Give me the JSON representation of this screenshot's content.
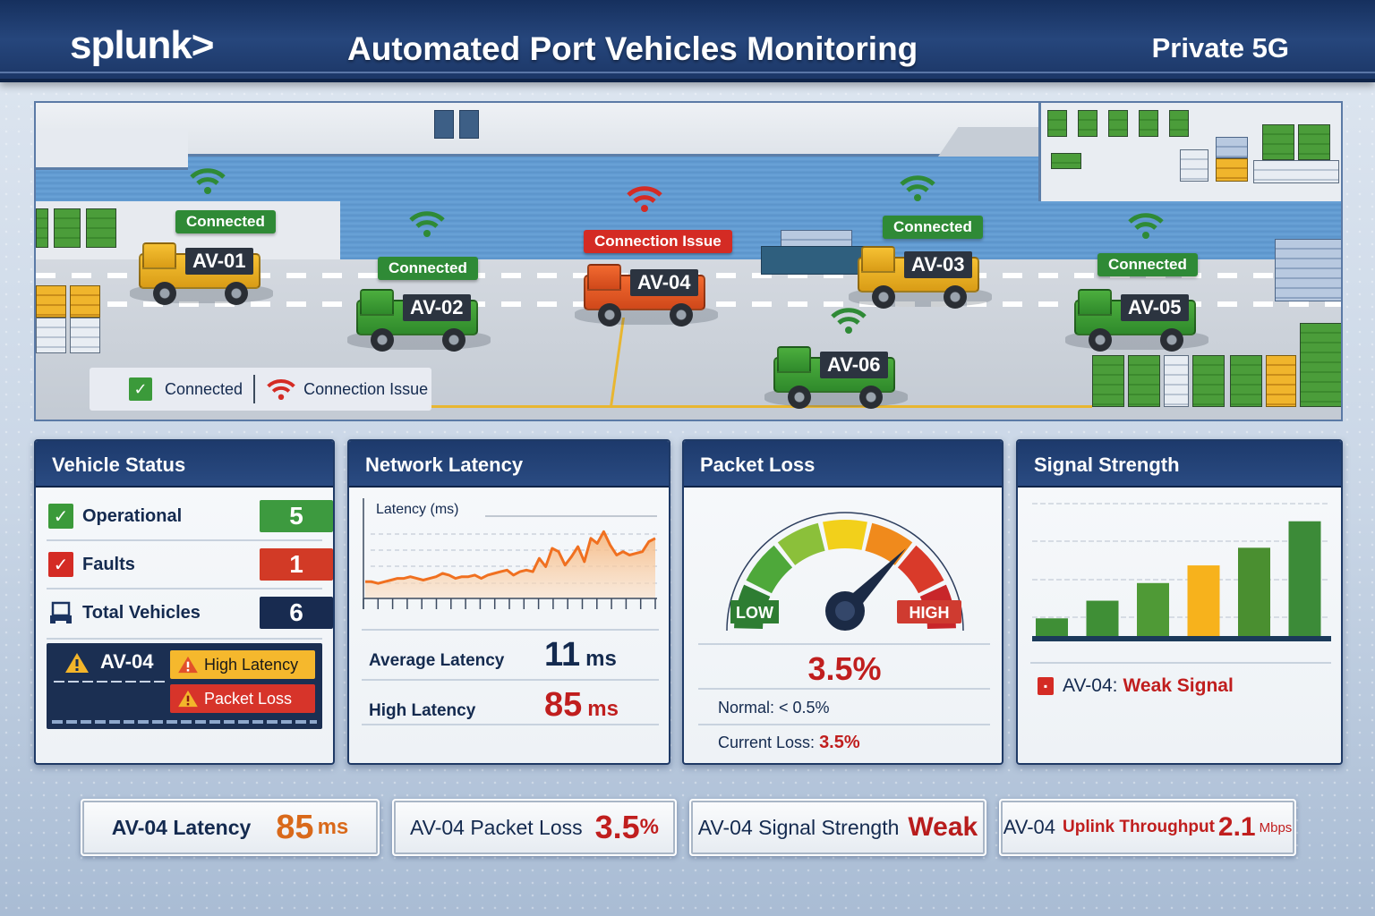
{
  "header": {
    "logo": "splunk>",
    "title": "Automated Port Vehicles Monitoring",
    "network_badge": "Private 5G"
  },
  "colors": {
    "header_bg": "#1f3c6e",
    "connected": "#2f8a36",
    "issue": "#d42b24",
    "warning": "#f3b52a",
    "latency_line": "#f07020",
    "navy": "#142a4f"
  },
  "scene": {
    "vehicles": [
      {
        "id": "AV-01",
        "status": "Connected",
        "state": "ok",
        "color": "yellow",
        "icon": "wifi-icon"
      },
      {
        "id": "AV-02",
        "status": "Connected",
        "state": "ok",
        "color": "green",
        "icon": "wifi-icon"
      },
      {
        "id": "AV-03",
        "status": "Connected",
        "state": "ok",
        "color": "yellow",
        "icon": "wifi-icon"
      },
      {
        "id": "AV-04",
        "status": "Connection Issue",
        "state": "bad",
        "color": "orange",
        "icon": "wifi-icon"
      },
      {
        "id": "AV-05",
        "status": "Connected",
        "state": "ok",
        "color": "green",
        "icon": "wifi-icon"
      },
      {
        "id": "AV-06",
        "status": "",
        "state": "ok",
        "color": "green",
        "icon": "wifi-icon"
      }
    ],
    "legend": {
      "connected": "Connected",
      "issue": "Connection Issue"
    }
  },
  "vehicle_status": {
    "title": "Vehicle Status",
    "rows": [
      {
        "label": "Operational",
        "count": "5",
        "icon": "check-icon"
      },
      {
        "label": "Faults",
        "count": "1",
        "icon": "check-red-icon"
      },
      {
        "label": "Total Vehicles",
        "count": "6",
        "icon": "vehicle-icon"
      }
    ],
    "alert": {
      "vehicle": "AV-04",
      "items": [
        "High Latency",
        "Packet Loss"
      ]
    }
  },
  "network_latency": {
    "title": "Network Latency",
    "chart_label": "Latency (ms)",
    "average_label": "Average Latency",
    "average_value": "11",
    "average_unit": "ms",
    "high_label": "High Latency",
    "high_value": "85",
    "high_unit": "ms"
  },
  "packet_loss": {
    "title": "Packet Loss",
    "gauge_low": "LOW",
    "gauge_high": "HIGH",
    "value": "3.5%",
    "normal_label": "Normal: < 0.5%",
    "current_label": "Current Loss:",
    "current_value": "3.5%"
  },
  "signal_strength": {
    "title": "Signal Strength",
    "alert_vehicle": "AV-04:",
    "alert_text": "Weak Signal"
  },
  "kpis": [
    {
      "label": "AV-04 Latency",
      "value": "85",
      "unit": "ms",
      "color": "#d9691a"
    },
    {
      "label": "AV-04 Packet Loss",
      "value": "3.5",
      "unit": "%",
      "color": "#c01e1e"
    },
    {
      "label": "AV-04 Signal Strength",
      "value": "Weak",
      "unit": "",
      "color": "#b81c1c"
    },
    {
      "label": "AV-04",
      "sublabel": "Uplink Throughput",
      "value": "2.1",
      "unit": "Mbps",
      "color": "#c01e1e"
    }
  ],
  "chart_data": [
    {
      "type": "area",
      "title": "Network Latency",
      "ylabel": "Latency (ms)",
      "xlabel": "",
      "grid": true,
      "x": [
        0,
        1,
        2,
        3,
        4,
        5,
        6,
        7,
        8,
        9,
        10,
        11,
        12,
        13,
        14,
        15,
        16,
        17,
        18,
        19,
        20,
        21,
        22,
        23,
        24,
        25,
        26,
        27,
        28,
        29,
        30,
        31,
        32,
        33,
        34,
        35,
        36,
        37,
        38,
        39,
        40,
        41,
        42,
        43,
        44,
        45
      ],
      "values": [
        10,
        10,
        9,
        10,
        11,
        12,
        12,
        13,
        12,
        11,
        12,
        13,
        15,
        14,
        12,
        13,
        13,
        14,
        12,
        14,
        15,
        16,
        17,
        14,
        16,
        17,
        16,
        24,
        19,
        30,
        28,
        20,
        25,
        31,
        22,
        36,
        33,
        40,
        32,
        26,
        28,
        26,
        27,
        28,
        34,
        36
      ],
      "ylim": [
        0,
        45
      ],
      "color": "#f07020"
    },
    {
      "type": "bar",
      "title": "Signal Strength",
      "categories": [
        "1",
        "2",
        "3",
        "4",
        "5",
        "6"
      ],
      "values": [
        2,
        4,
        6,
        8,
        10,
        13
      ],
      "colors": [
        "#3f8f36",
        "#3f8f36",
        "#4f9a36",
        "#f7b21c",
        "#4a8f30",
        "#3c8b38"
      ],
      "ylim": [
        0,
        15
      ],
      "grid": true
    },
    {
      "type": "gauge",
      "title": "Packet Loss",
      "value": 3.5,
      "unit": "%",
      "min_label": "LOW",
      "max_label": "HIGH",
      "segments": [
        "#2e7d32",
        "#4ea83a",
        "#8bc03a",
        "#f2d01b",
        "#f08a1c",
        "#d93a2a",
        "#c8262a"
      ]
    }
  ]
}
